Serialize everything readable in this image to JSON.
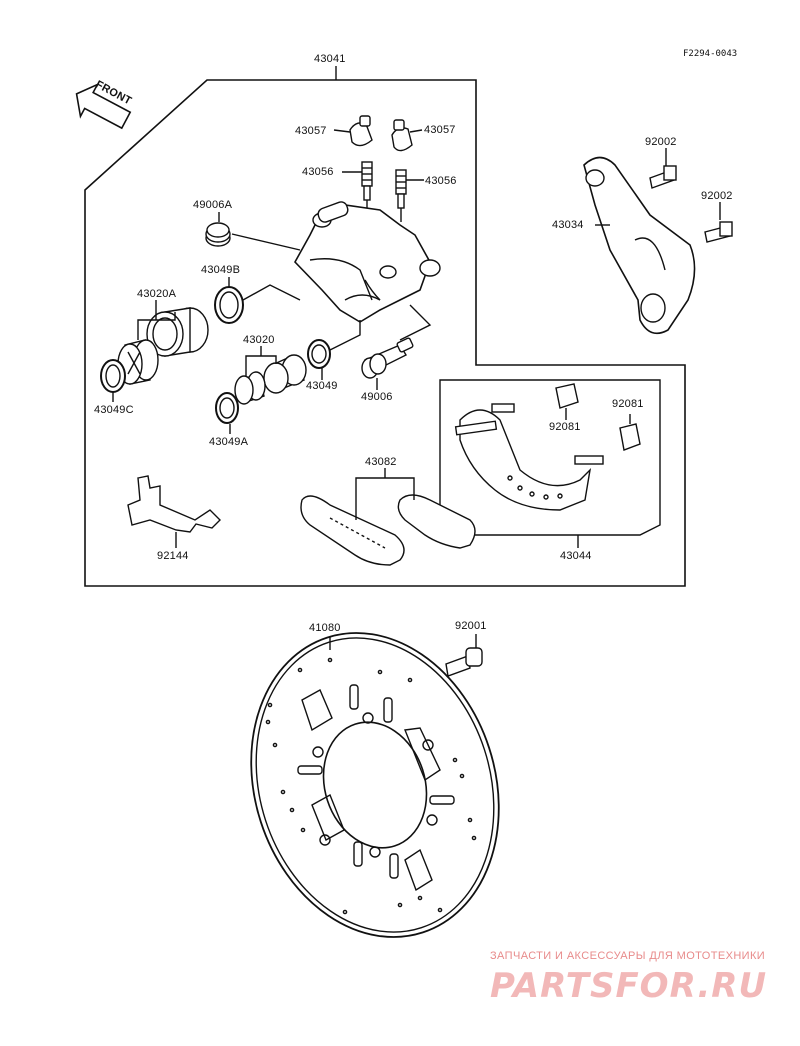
{
  "ref_code": "F2294-0043",
  "front_label": "FRONT",
  "labels": {
    "p43041": "43041",
    "p43057_left": "43057",
    "p43057_right": "43057",
    "p43056_left": "43056",
    "p43056_right": "43056",
    "p49006A": "49006A",
    "p43049B": "43049B",
    "p43020A": "43020A",
    "p43020": "43020",
    "p43049": "43049",
    "p49006": "49006",
    "p43049C": "43049C",
    "p43049A": "43049A",
    "p92002_top": "92002",
    "p92002_mid": "92002",
    "p43034": "43034",
    "p92081_left": "92081",
    "p92081_right": "92081",
    "p43082": "43082",
    "p43044": "43044",
    "p92144": "92144",
    "p41080": "41080",
    "p92001": "92001"
  },
  "watermark": {
    "tagline": "ЗАПЧАСТИ И АКСЕССУАРЫ ДЛЯ МОТОТЕХНИКИ",
    "brand": "PARTSFOR.RU"
  }
}
